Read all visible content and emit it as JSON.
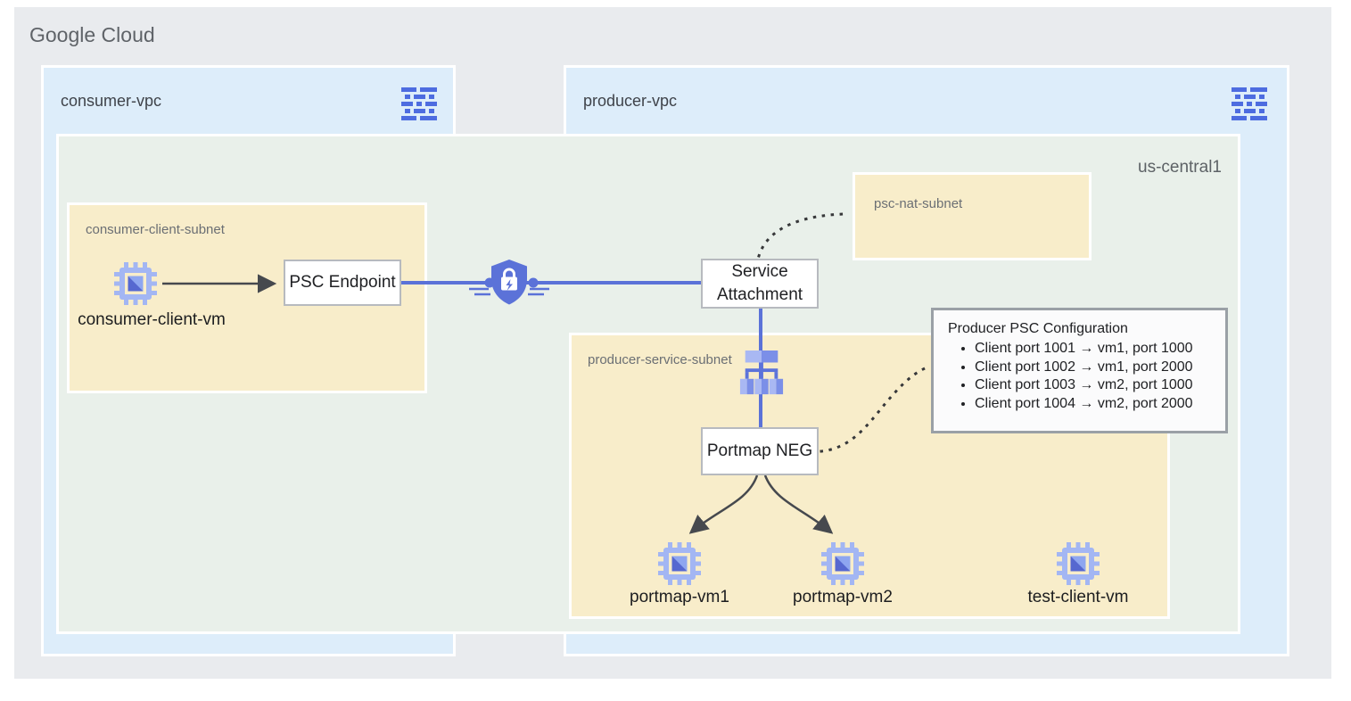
{
  "gcloud": {
    "title": "Google Cloud"
  },
  "vpcs": {
    "consumer": {
      "label": "consumer-vpc"
    },
    "producer": {
      "label": "producer-vpc"
    }
  },
  "region": {
    "label": "us-central1"
  },
  "subnets": {
    "consumer_client": {
      "label": "consumer-client-subnet"
    },
    "psc_nat": {
      "label": "psc-nat-subnet"
    },
    "producer_service": {
      "label": "producer-service-subnet"
    }
  },
  "nodes": {
    "psc_endpoint": {
      "label": "PSC Endpoint"
    },
    "service_attachment": {
      "label": "Service Attachment"
    },
    "portmap_neg": {
      "label": "Portmap NEG"
    }
  },
  "vms": {
    "consumer_client": {
      "label": "consumer-client-vm"
    },
    "portmap1": {
      "label": "portmap-vm1"
    },
    "portmap2": {
      "label": "portmap-vm2"
    },
    "test_client": {
      "label": "test-client-vm"
    }
  },
  "config": {
    "title": "Producer PSC Configuration",
    "rules": [
      "Client port 1001 → vm1, port 1000",
      "Client port 1002 → vm1, port 2000",
      "Client port 1003 → vm2, port 1000",
      "Client port 1004 → vm2, port 2000"
    ]
  },
  "icons": {
    "vpc_network": "vpc-network-icon",
    "vm": "compute-vm-icon",
    "shield_lock": "psc-shield-lock-icon",
    "load_balancer": "load-balancer-icon"
  },
  "colors": {
    "gcloud_bg": "#e9ebee",
    "vpc_bg": "#ddedfa",
    "region_bg": "#e9f0ea",
    "subnet_bg": "#f8edca",
    "indigo_line": "#5b72d8",
    "icon_blue": "#4d6ce0",
    "arrow_gray": "#46494e",
    "dotted_line": "#37383a"
  }
}
